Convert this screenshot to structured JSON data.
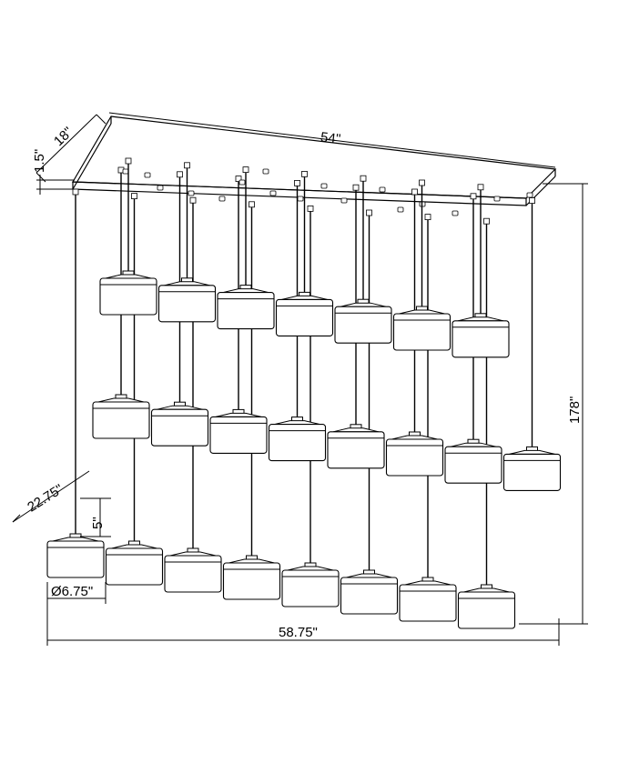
{
  "dimensions": {
    "depth": "18\"",
    "canopy_thickness": "1.5\"",
    "canopy_length": "54\"",
    "overall_height": "178\"",
    "diagonal_depth": "22.75\"",
    "shade_height": "5\"",
    "shade_diameter": "Ø6.75\"",
    "overall_width": "58.75\""
  },
  "fixture": {
    "rows": 3,
    "pendants_per_row": [
      7,
      8,
      8
    ]
  }
}
